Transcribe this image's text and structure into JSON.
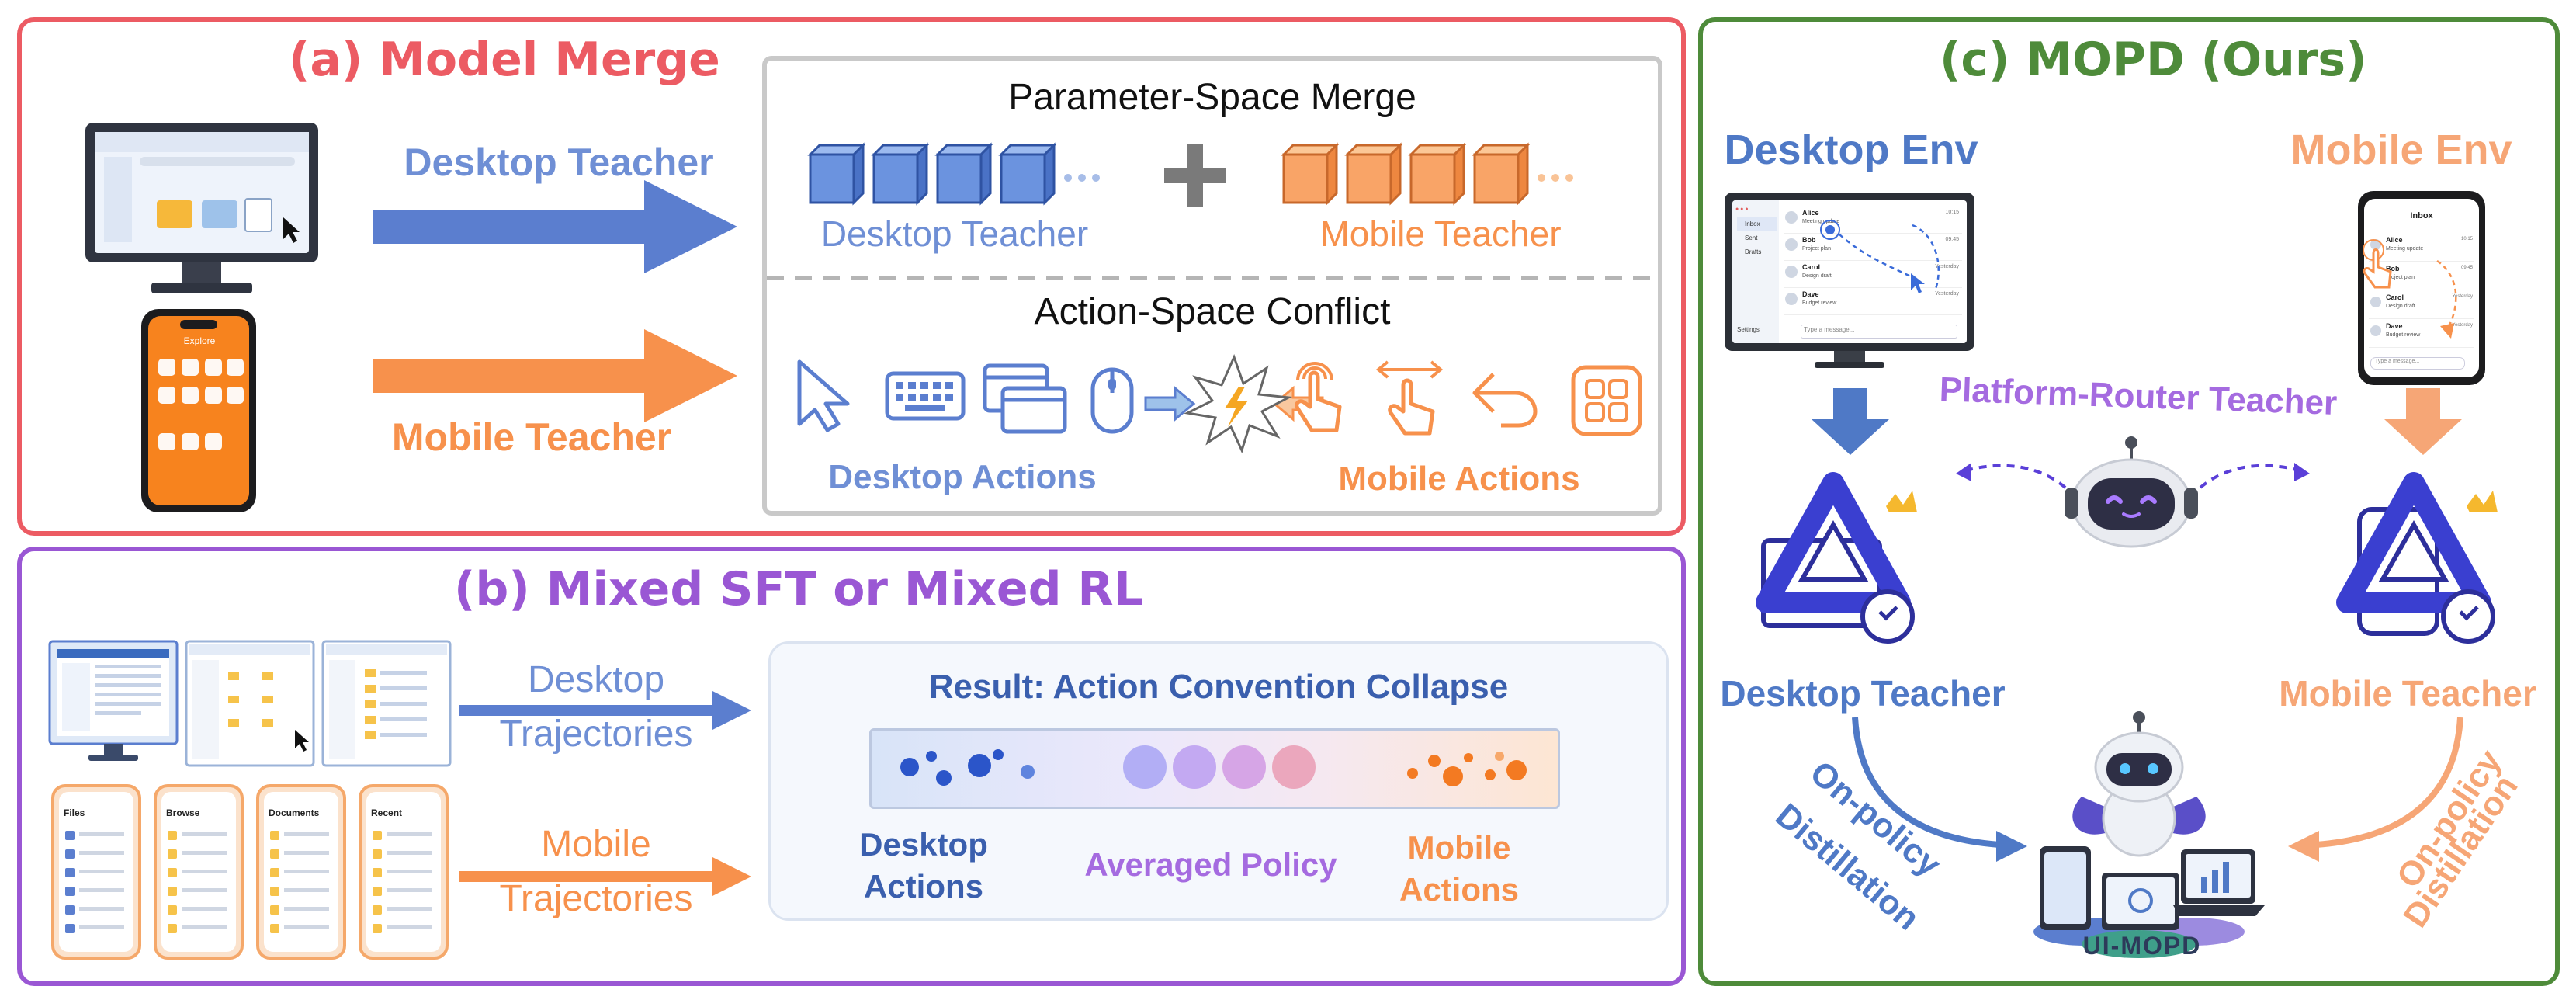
{
  "colors": {
    "red": "#ec5b63",
    "purple": "#9a57d4",
    "green": "#4e8b3a",
    "blue": "#5b7ecf",
    "orange": "#f7914c",
    "darkblue": "#3057a8",
    "orange_text": "#f2a06c",
    "lilac": "#a56be0"
  },
  "panel_a": {
    "title": "(a) Model Merge",
    "desktop_teacher": "Desktop Teacher",
    "mobile_teacher": "Mobile Teacher",
    "param_title": "Parameter-Space Merge",
    "param_desktop": "Desktop Teacher",
    "param_mobile": "Mobile Teacher",
    "action_title": "Action-Space Conflict",
    "desktop_actions": "Desktop Actions",
    "mobile_actions": "Mobile Actions",
    "mobile_screen_title": "Explore"
  },
  "panel_b": {
    "title": "(b) Mixed SFT or Mixed RL",
    "desktop_traj_1": "Desktop",
    "desktop_traj_2": "Trajectories",
    "mobile_traj_1": "Mobile",
    "mobile_traj_2": "Trajectories",
    "result_title": "Result: Action Convention Collapse",
    "desktop_actions_1": "Desktop",
    "desktop_actions_2": "Actions",
    "averaged_policy": "Averaged Policy",
    "mobile_actions_1": "Mobile",
    "mobile_actions_2": "Actions",
    "phone_titles": [
      "Files",
      "Browse",
      "Documents",
      "Recent"
    ]
  },
  "panel_c": {
    "title": "(c) MOPD (Ours)",
    "desktop_env": "Desktop Env",
    "mobile_env": "Mobile Env",
    "router": "Platform-Router Teacher",
    "desktop_teacher": "Desktop Teacher",
    "mobile_teacher": "Mobile Teacher",
    "onpolicy_1": "On-policy",
    "onpolicy_2": "Distillation",
    "product": "UI-MOPD",
    "desktop_mail": {
      "nav": [
        "Inbox",
        "Sent",
        "Drafts"
      ],
      "settings": "Settings",
      "input": "Type a message...",
      "rows": [
        {
          "name": "Alice",
          "sub": "Meeting update",
          "time": "10:15"
        },
        {
          "name": "Bob",
          "sub": "Project plan",
          "time": "09:45"
        },
        {
          "name": "Carol",
          "sub": "Design draft",
          "time": "Yesterday"
        },
        {
          "name": "Dave",
          "sub": "Budget review",
          "time": "Yesterday"
        }
      ]
    },
    "mobile_mail": {
      "title": "Inbox",
      "input": "Type a message...",
      "rows": [
        {
          "name": "Alice",
          "sub": "Meeting update",
          "time": "10:15"
        },
        {
          "name": "Bob",
          "sub": "Project plan",
          "time": "09:45"
        },
        {
          "name": "Carol",
          "sub": "Design draft",
          "time": "Yesterday"
        },
        {
          "name": "Dave",
          "sub": "Budget review",
          "time": "Yesterday"
        }
      ]
    }
  }
}
